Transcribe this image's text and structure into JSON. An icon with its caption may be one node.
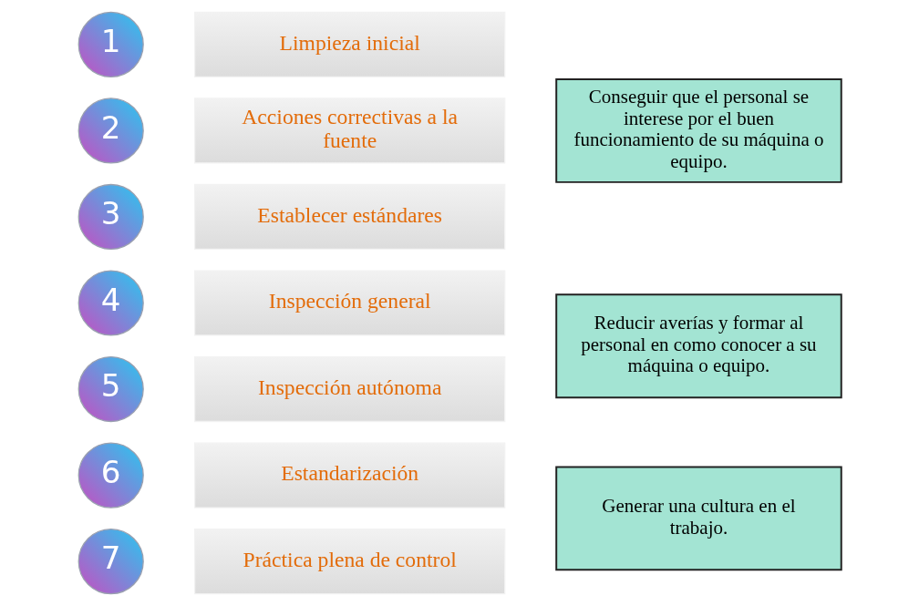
{
  "diagram": {
    "nodes": [
      {
        "text": [
          "1"
        ]
      },
      {
        "text": [
          "Limpieza inicial"
        ]
      },
      {
        "text": [
          "2"
        ]
      },
      {
        "text": [
          "Acciones correctivas a la fuente"
        ]
      },
      {
        "text": [
          "3"
        ]
      },
      {
        "text": [
          "Establecer estándares"
        ]
      },
      {
        "text": [
          "4"
        ]
      },
      {
        "text": [
          "Inspección general"
        ]
      },
      {
        "text": [
          "5"
        ]
      },
      {
        "text": [
          "Inspección autónoma"
        ]
      },
      {
        "text": [
          "6"
        ]
      },
      {
        "text": [
          "Estandarización"
        ]
      },
      {
        "text": [
          "7"
        ]
      },
      {
        "text": [
          "Práctica plena de control"
        ]
      },
      {
        "text": [
          "Conseguir que el personal se interese por el buen funcionamiento de su máquina o equipo."
        ]
      },
      {
        "text": [
          "Reducir averías y formar al personal en como conocer a su máquina o equipo."
        ]
      },
      {
        "text": [
          "Generar una cultura en el trabajo."
        ]
      }
    ],
    "edges": []
  }
}
